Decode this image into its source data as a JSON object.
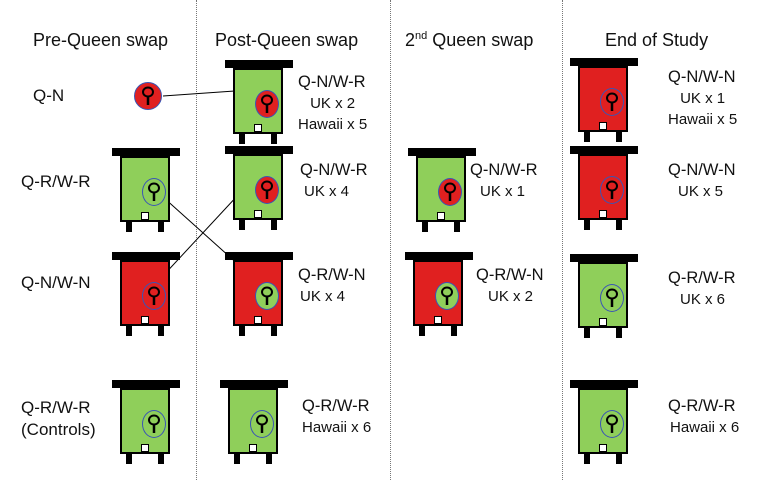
{
  "colors": {
    "resistant": "#8fcf5a",
    "nonresistant": "#e02020",
    "queen_outline": "#3a55b5"
  },
  "headers": {
    "pre": "Pre-Queen swap",
    "post": "Post-Queen swap",
    "second_num": "2",
    "second_sup": "nd",
    "second_rest": " Queen swap",
    "end": "End of Study"
  },
  "rows": {
    "r1": "Q-N",
    "r2": "Q-R/W-R",
    "r3": "Q-N/W-N",
    "r4a": "Q-R/W-R",
    "r4b": "(Controls)"
  },
  "post": [
    {
      "geno": "Q-N/W-R",
      "counts": [
        "UK x 2",
        "Hawaii x 5"
      ]
    },
    {
      "geno": "Q-N/W-R",
      "counts": [
        "UK x 4"
      ]
    },
    {
      "geno": "Q-R/W-N",
      "counts": [
        "UK x 4"
      ]
    },
    {
      "geno": "Q-R/W-R",
      "counts": [
        "Hawaii x 6"
      ]
    }
  ],
  "second": [
    {
      "geno": "Q-N/W-R",
      "counts": [
        "UK x 1"
      ]
    },
    {
      "geno": "Q-R/W-N",
      "counts": [
        "UK x 2"
      ]
    }
  ],
  "end": [
    {
      "geno": "Q-N/W-N",
      "counts": [
        "UK x 1",
        "Hawaii x 5"
      ]
    },
    {
      "geno": "Q-N/W-N",
      "counts": [
        "UK x 5"
      ]
    },
    {
      "geno": "Q-R/W-R",
      "counts": [
        "UK x 6"
      ]
    },
    {
      "geno": "Q-R/W-R",
      "counts": [
        "Hawaii x 6"
      ]
    }
  ]
}
